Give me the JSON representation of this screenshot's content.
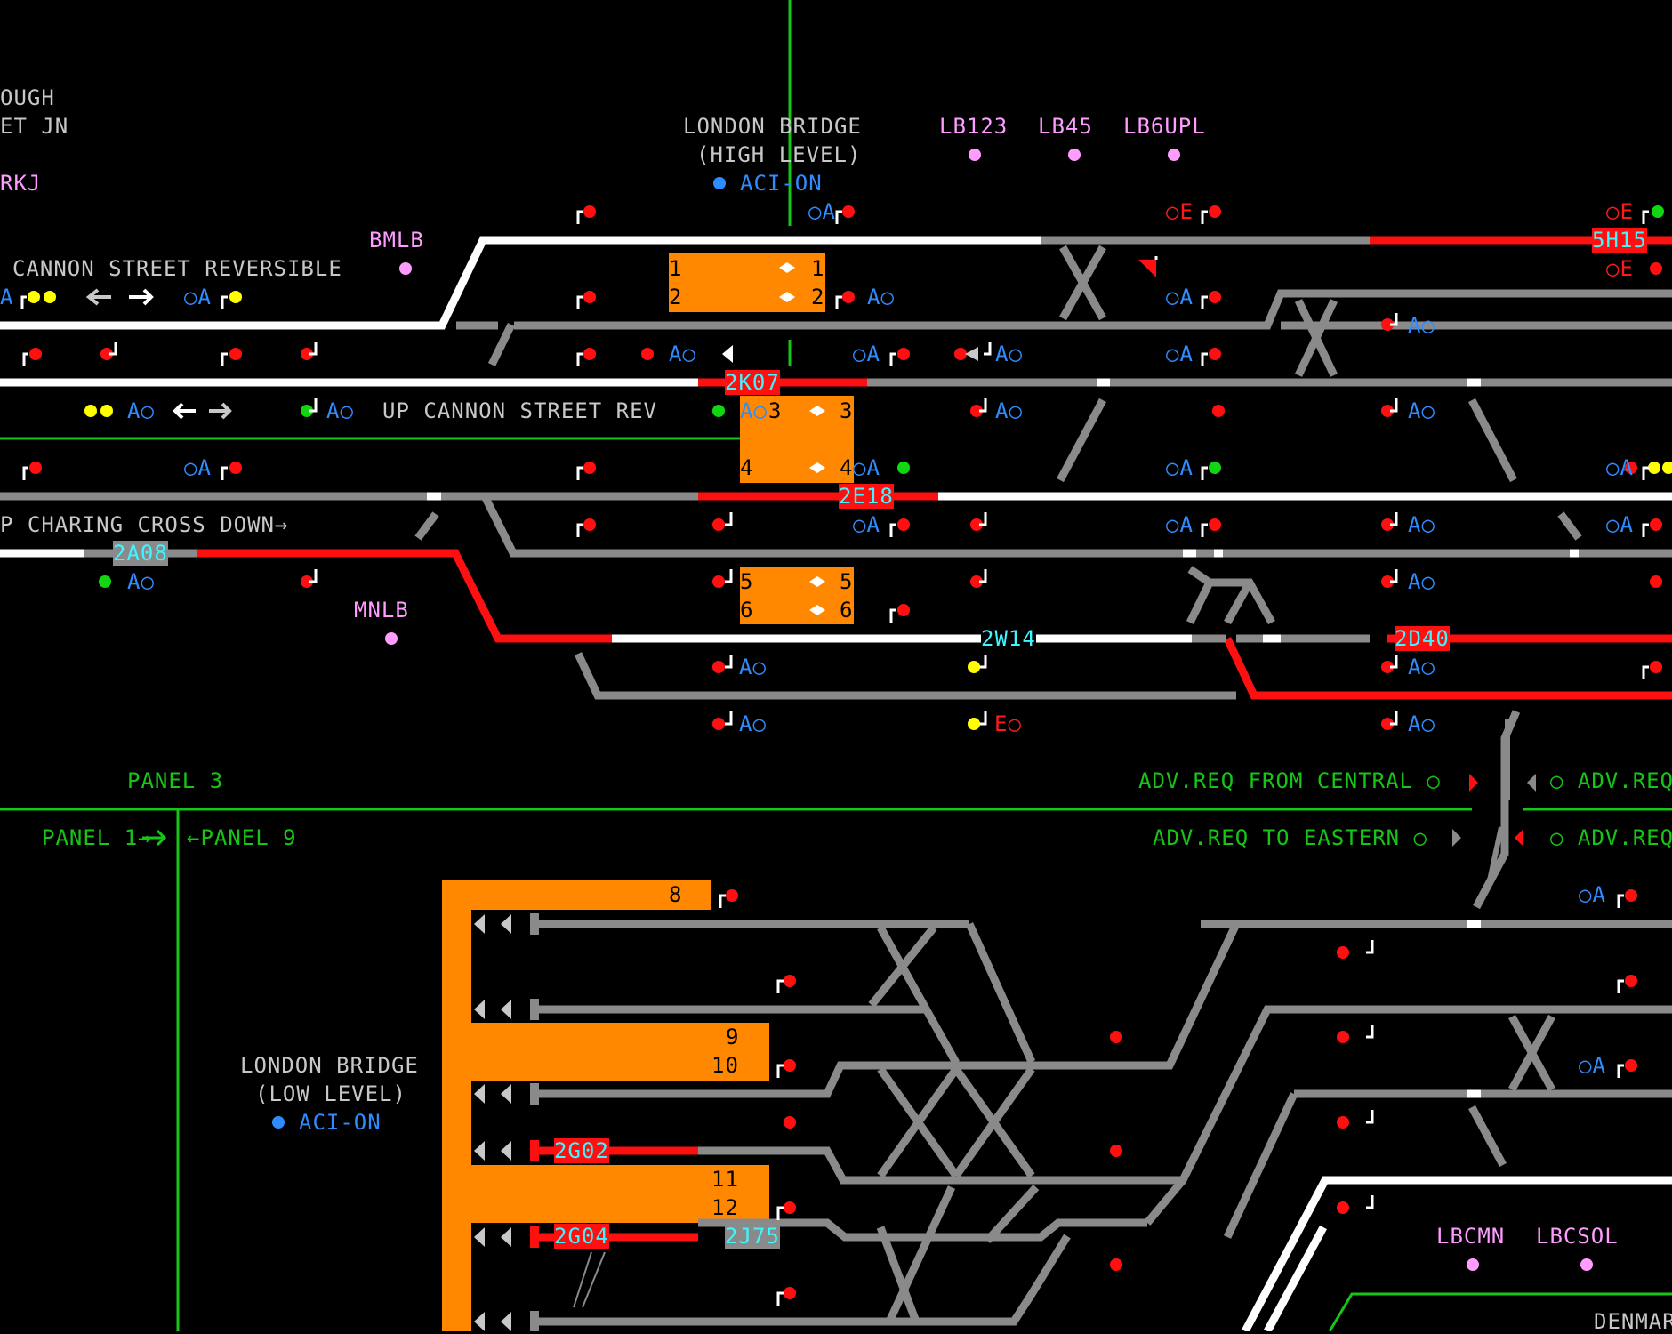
{
  "colors": {
    "background": "#000000",
    "track_unoccupied": "#8a8a8a",
    "track_route_set": "#ffffff",
    "track_occupied": "#ff1010",
    "platform": "#ff8800",
    "berth_text": "#3ff5ff",
    "station_text": "#c8c8c8",
    "panel_text": "#16c516",
    "ac_text": "#2f8cff",
    "signal_red": "#ff1010",
    "signal_green": "#11d611",
    "signal_yellow": "#ffff00",
    "indicator_pink": "#ff9cff"
  },
  "stations": {
    "top_left_line1": "OUGH",
    "top_left_line2": "ET JN",
    "top_left_code": "RKJ",
    "high_level_line1": "LONDON BRIDGE",
    "high_level_line2": "(HIGH LEVEL)",
    "high_level_aci": "ACI-ON",
    "low_level_line1": "LONDON BRIDGE",
    "low_level_line2": "(LOW LEVEL)",
    "low_level_aci": "ACI-ON"
  },
  "track_names": {
    "cannon_reversible": "CANNON STREET REVERSIBLE",
    "up_cannon_rev": "UP CANNON STREET REV",
    "charing_cross_down": "P CHARING CROSS DOWN→"
  },
  "indicators": {
    "lb123": "LB123",
    "lb45": "LB45",
    "lb6upl": "LB6UPL",
    "bmlb": "BMLB",
    "mnlb": "MNLB",
    "lbcmn": "LBCMN",
    "lbcsol": "LBCSOL"
  },
  "berths": {
    "b5h15": "5H15",
    "b2k07": "2K07",
    "b2e18": "2E18",
    "b2a08": "2A08",
    "b2w14": "2W14",
    "b2d40": "2D40",
    "b2g02": "2G02",
    "b2g04": "2G04",
    "b2j75": "2J75"
  },
  "platforms": {
    "p1": "1",
    "p2": "2",
    "p3": "3",
    "p4": "4",
    "p5": "5",
    "p6": "6",
    "p8": "8",
    "p9": "9",
    "p10": "10",
    "p11": "11",
    "p12": "12"
  },
  "panels": {
    "panel3": "PANEL 3",
    "panel1": "PANEL 1→",
    "panel9": "←PANEL 9",
    "adv_from_central": "ADV.REQ FROM CENTRAL ○",
    "adv_to_eastern": "ADV.REQ TO EASTERN ○",
    "adv_req_right1": "○ ADV.REQ",
    "adv_req_right2": "○ ADV.REQ",
    "denmark": "DENMAR"
  },
  "auto": {
    "ao": "A○",
    "oa": "○A",
    "eo": "E○",
    "oe": "○E",
    "a_edge": "A"
  }
}
